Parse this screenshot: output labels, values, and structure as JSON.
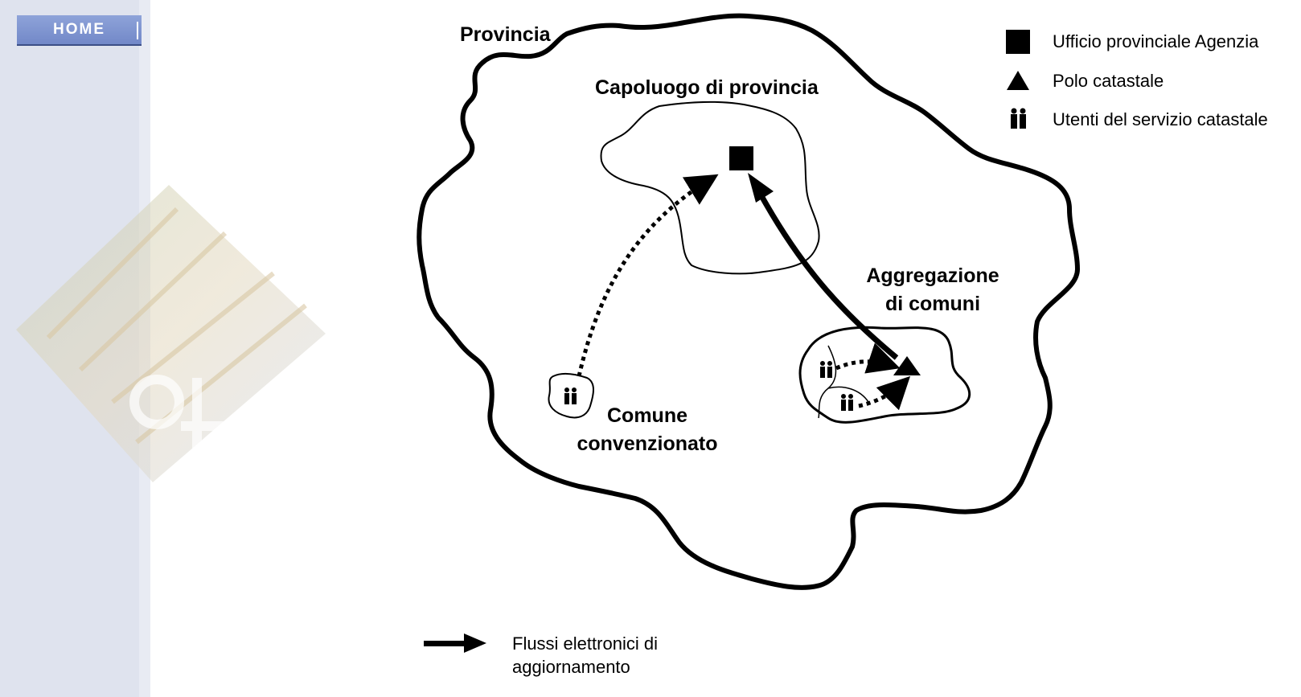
{
  "nav": {
    "home_label": "HOME"
  },
  "diagram": {
    "province_label": "Provincia",
    "capital_label": "Capoluogo di provincia",
    "aggregation_label_line1": "Aggregazione",
    "aggregation_label_line2": "di comuni",
    "comune_label_line1": "Comune",
    "comune_label_line2": "convenzionato"
  },
  "legend": {
    "office": "Ufficio provinciale Agenzia",
    "pole": "Polo catastale",
    "users": "Utenti del servizio catastale",
    "flows_line1": "Flussi elettronici di",
    "flows_line2": "aggiornamento"
  },
  "colors": {
    "sidebar": "#dfe3ee",
    "home_button": "#7f94cf",
    "ink": "#000000"
  }
}
